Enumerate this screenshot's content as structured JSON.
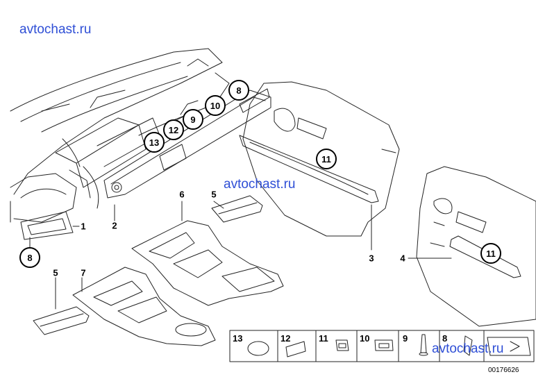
{
  "watermarks": [
    "avtochast.ru",
    "avtochast.ru",
    "avtochast.ru"
  ],
  "callouts": {
    "c1": "1",
    "c2": "2",
    "c3": "3",
    "c4": "4",
    "c5a": "5",
    "c5b": "5",
    "c6": "6",
    "c7": "7"
  },
  "circled": {
    "p8a": "8",
    "p10": "10",
    "p9": "9",
    "p12": "12",
    "p13": "13",
    "p11a": "11",
    "p11b": "11",
    "p8b": "8"
  },
  "legend": {
    "items": [
      "13",
      "12",
      "11",
      "10",
      "9",
      "8"
    ]
  },
  "diagram_code": "00176626"
}
